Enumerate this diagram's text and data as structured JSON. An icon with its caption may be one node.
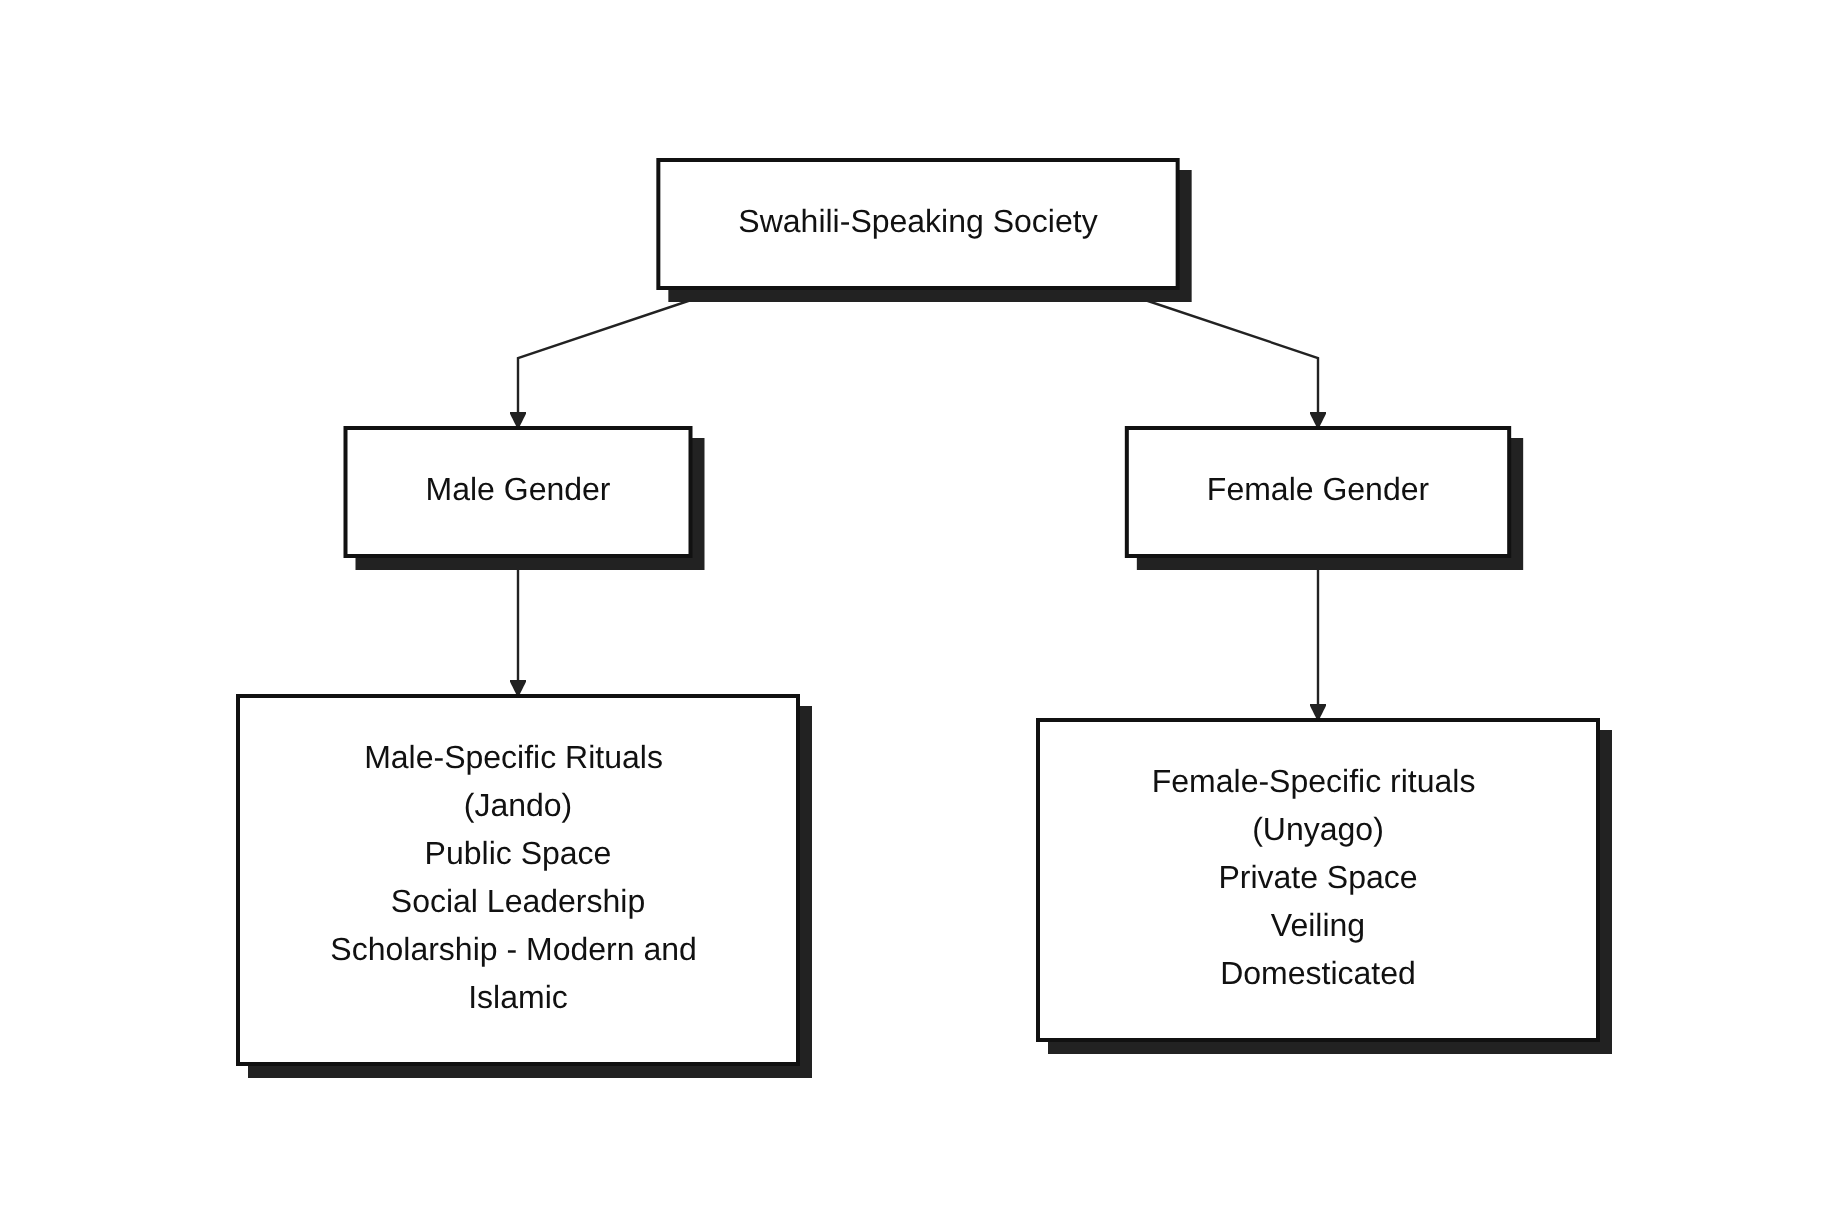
{
  "diagram": {
    "nodes": [
      {
        "text": [
          "Swahili-Speaking Society"
        ]
      },
      {
        "text": [
          "Male Gender"
        ]
      },
      {
        "text": [
          "Female Gender"
        ]
      },
      {
        "text": [
          "Male-Specific Rituals (Jando)",
          "Public Space",
          "Social Leadership",
          "Scholarship - Modern and Islamic"
        ]
      },
      {
        "text": [
          "Female-Specific rituals (Unyago)",
          "Private Space",
          "Veiling",
          "Domesticated"
        ]
      }
    ],
    "edges": [
      {
        "from": 0,
        "to": 1,
        "arrow": "to"
      },
      {
        "from": 0,
        "to": 2,
        "arrow": "to"
      },
      {
        "from": 1,
        "to": 3,
        "arrow": "to"
      },
      {
        "from": 2,
        "to": 4,
        "arrow": "to"
      }
    ]
  }
}
